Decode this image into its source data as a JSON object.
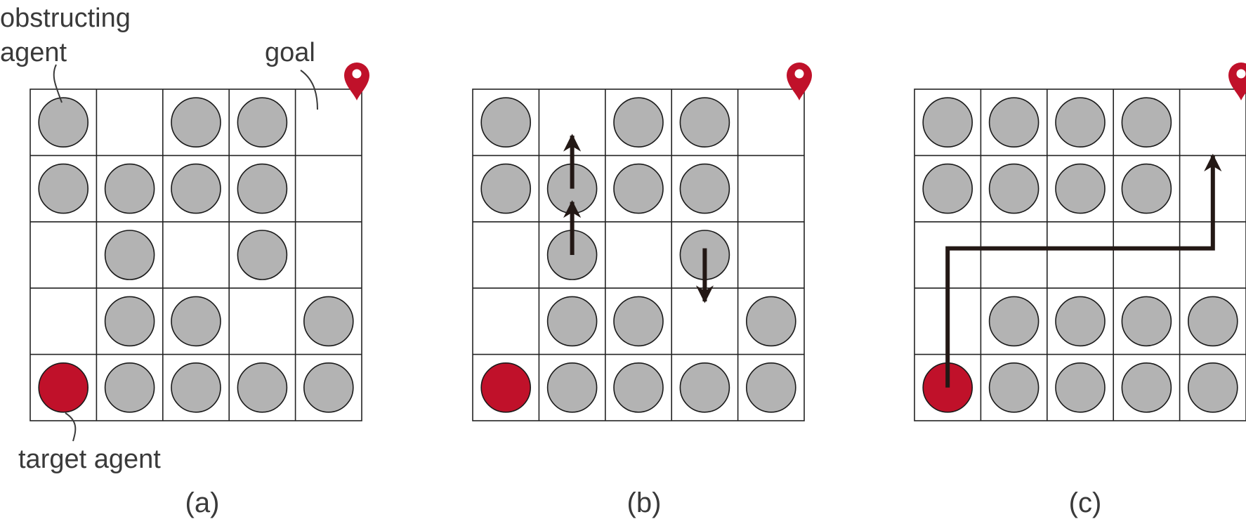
{
  "annotations": {
    "obstructing_agent_line1": "obstructing",
    "obstructing_agent_line2": "agent",
    "goal": "goal",
    "target_agent": "target agent"
  },
  "colors": {
    "obstructing_agent": "#b3b3b3",
    "target_agent": "#c0112a",
    "goal_marker": "#c0112a",
    "grid_line": "#222222",
    "arrow": "#231815"
  },
  "icons": {
    "goal_marker": "map-pin-icon"
  },
  "panels": [
    {
      "label": "(a)",
      "rows": [
        "O.OO.",
        "OOOO.",
        ".O.O.",
        ".OO.O",
        "TOOOO"
      ],
      "arrows": [],
      "path": []
    },
    {
      "label": "(b)",
      "rows": [
        "O.OO.",
        "OOOO.",
        ".O.O.",
        ".OO.O",
        "TOOOO"
      ],
      "arrows": [
        {
          "from": [
            1,
            1.0
          ],
          "to": [
            1,
            0.2
          ]
        },
        {
          "from": [
            1,
            2.0
          ],
          "to": [
            1,
            1.2
          ]
        },
        {
          "from": [
            3,
            1.9
          ],
          "to": [
            3,
            2.7
          ]
        }
      ],
      "path": []
    },
    {
      "label": "(c)",
      "rows": [
        "OOOO.",
        "OOOO.",
        ".....",
        ".OOOO",
        "TOOOO"
      ],
      "arrows": [],
      "path": [
        [
          0,
          4
        ],
        [
          0,
          1.9
        ],
        [
          4,
          1.9
        ],
        [
          4,
          0.5
        ]
      ]
    }
  ]
}
